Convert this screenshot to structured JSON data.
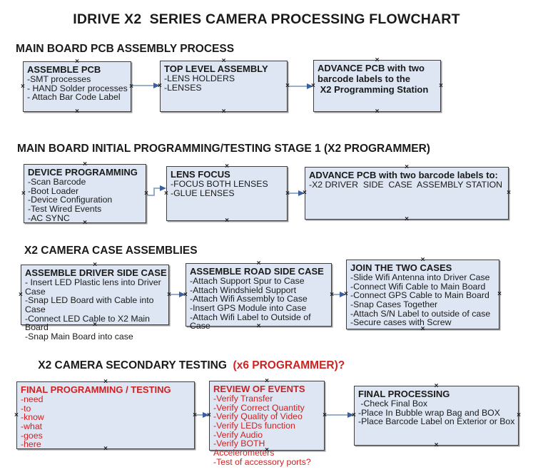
{
  "title": "IDRIVE X2  SERIES CAMERA PROCESSING FLOWCHART",
  "icons": {
    "anchor": "×"
  },
  "colors": {
    "background": "#ffffff",
    "text": "#1a1a1a",
    "red_text": "#cc2222",
    "box_fill": "#dde6f2",
    "box_border": "#3f3f3f",
    "box_shadow": "#9a9a9a",
    "arrow_line": "#8ba3c7",
    "arrow_head": "#3c5f9f"
  },
  "sections": [
    {
      "header": "MAIN BOARD PCB ASSEMBLY PROCESS",
      "boxes": [
        {
          "title": "ASSEMBLE PCB",
          "items": [
            "-SMT processes",
            "- HAND Solder processes",
            "- Attach Bar Code Label"
          ]
        },
        {
          "title": "TOP LEVEL ASSEMBLY",
          "items": [
            "-LENS HOLDERS",
            "-LENSES"
          ]
        },
        {
          "title": "ADVANCE PCB with two\nbarcode labels to the\n X2 Programming Station",
          "items": []
        }
      ]
    },
    {
      "header": "MAIN BOARD INITIAL PROGRAMMING/TESTING STAGE 1 (X2 PROGRAMMER)",
      "boxes": [
        {
          "title": "DEVICE PROGRAMMING",
          "items": [
            "-Scan Barcode",
            "-Boot Loader",
            "-Device Configuration",
            "-Test Wired Events",
            "-AC SYNC"
          ]
        },
        {
          "title": "LENS FOCUS",
          "items": [
            "-FOCUS BOTH LENSES",
            "-GLUE LENSES"
          ]
        },
        {
          "title": "ADVANCE PCB with two barcode labels to:",
          "items": [
            "-X2 DRIVER  SIDE  CASE  ASSEMBLY STATION"
          ]
        }
      ]
    },
    {
      "header": "X2 CAMERA CASE ASSEMBLIES",
      "boxes": [
        {
          "title": "ASSEMBLE DRIVER SIDE CASE",
          "items": [
            "- Insert LED Plastic lens into Driver Case",
            "-Snap LED Board with Cable into Case",
            "-Connect LED Cable to X2 Main Board",
            "-Snap Main Board into case"
          ]
        },
        {
          "title": "ASSEMBLE ROAD SIDE CASE",
          "items": [
            "-Attach Support Spur to Case",
            "-Attach Windshield Support",
            "-Attach Wifi Assembly to Case",
            "-Insert GPS Module into Case",
            "-Attach Wifi Label to Outside of Case"
          ]
        },
        {
          "title": "JOIN THE TWO CASES",
          "items": [
            "-Slide Wifi Antenna into Driver Case",
            "-Connect Wifi Cable to Main Board",
            "-Connect GPS Cable to Main Board",
            "-Snap Cases Together",
            "-Attach S/N Label to outside of case",
            "-Secure cases with Screw"
          ]
        }
      ]
    },
    {
      "header": "X2 CAMERA SECONDARY TESTING  ",
      "header_red": "(x6 PROGRAMMER)?",
      "boxes": [
        {
          "title": "FINAL PROGRAMMING / TESTING",
          "items": [
            "-need",
            "-to",
            "-know",
            "-what",
            "-goes",
            "-here"
          ]
        },
        {
          "title": "REVIEW OF EVENTS",
          "items": [
            "-Verify Transfer",
            "-Verify Correct Quantity",
            "-Verify Quality of Video",
            "-Verify LEDs function",
            "-Verify Audio",
            "-Verify BOTH Accelerometers",
            "-Test of accessory ports?"
          ]
        },
        {
          "title": "FINAL PROCESSING",
          "items": [
            " -Check Final Box",
            "-Place In Bubble wrap Bag and BOX",
            "-Place Barcode Label on Exterior or Box"
          ]
        }
      ]
    }
  ]
}
